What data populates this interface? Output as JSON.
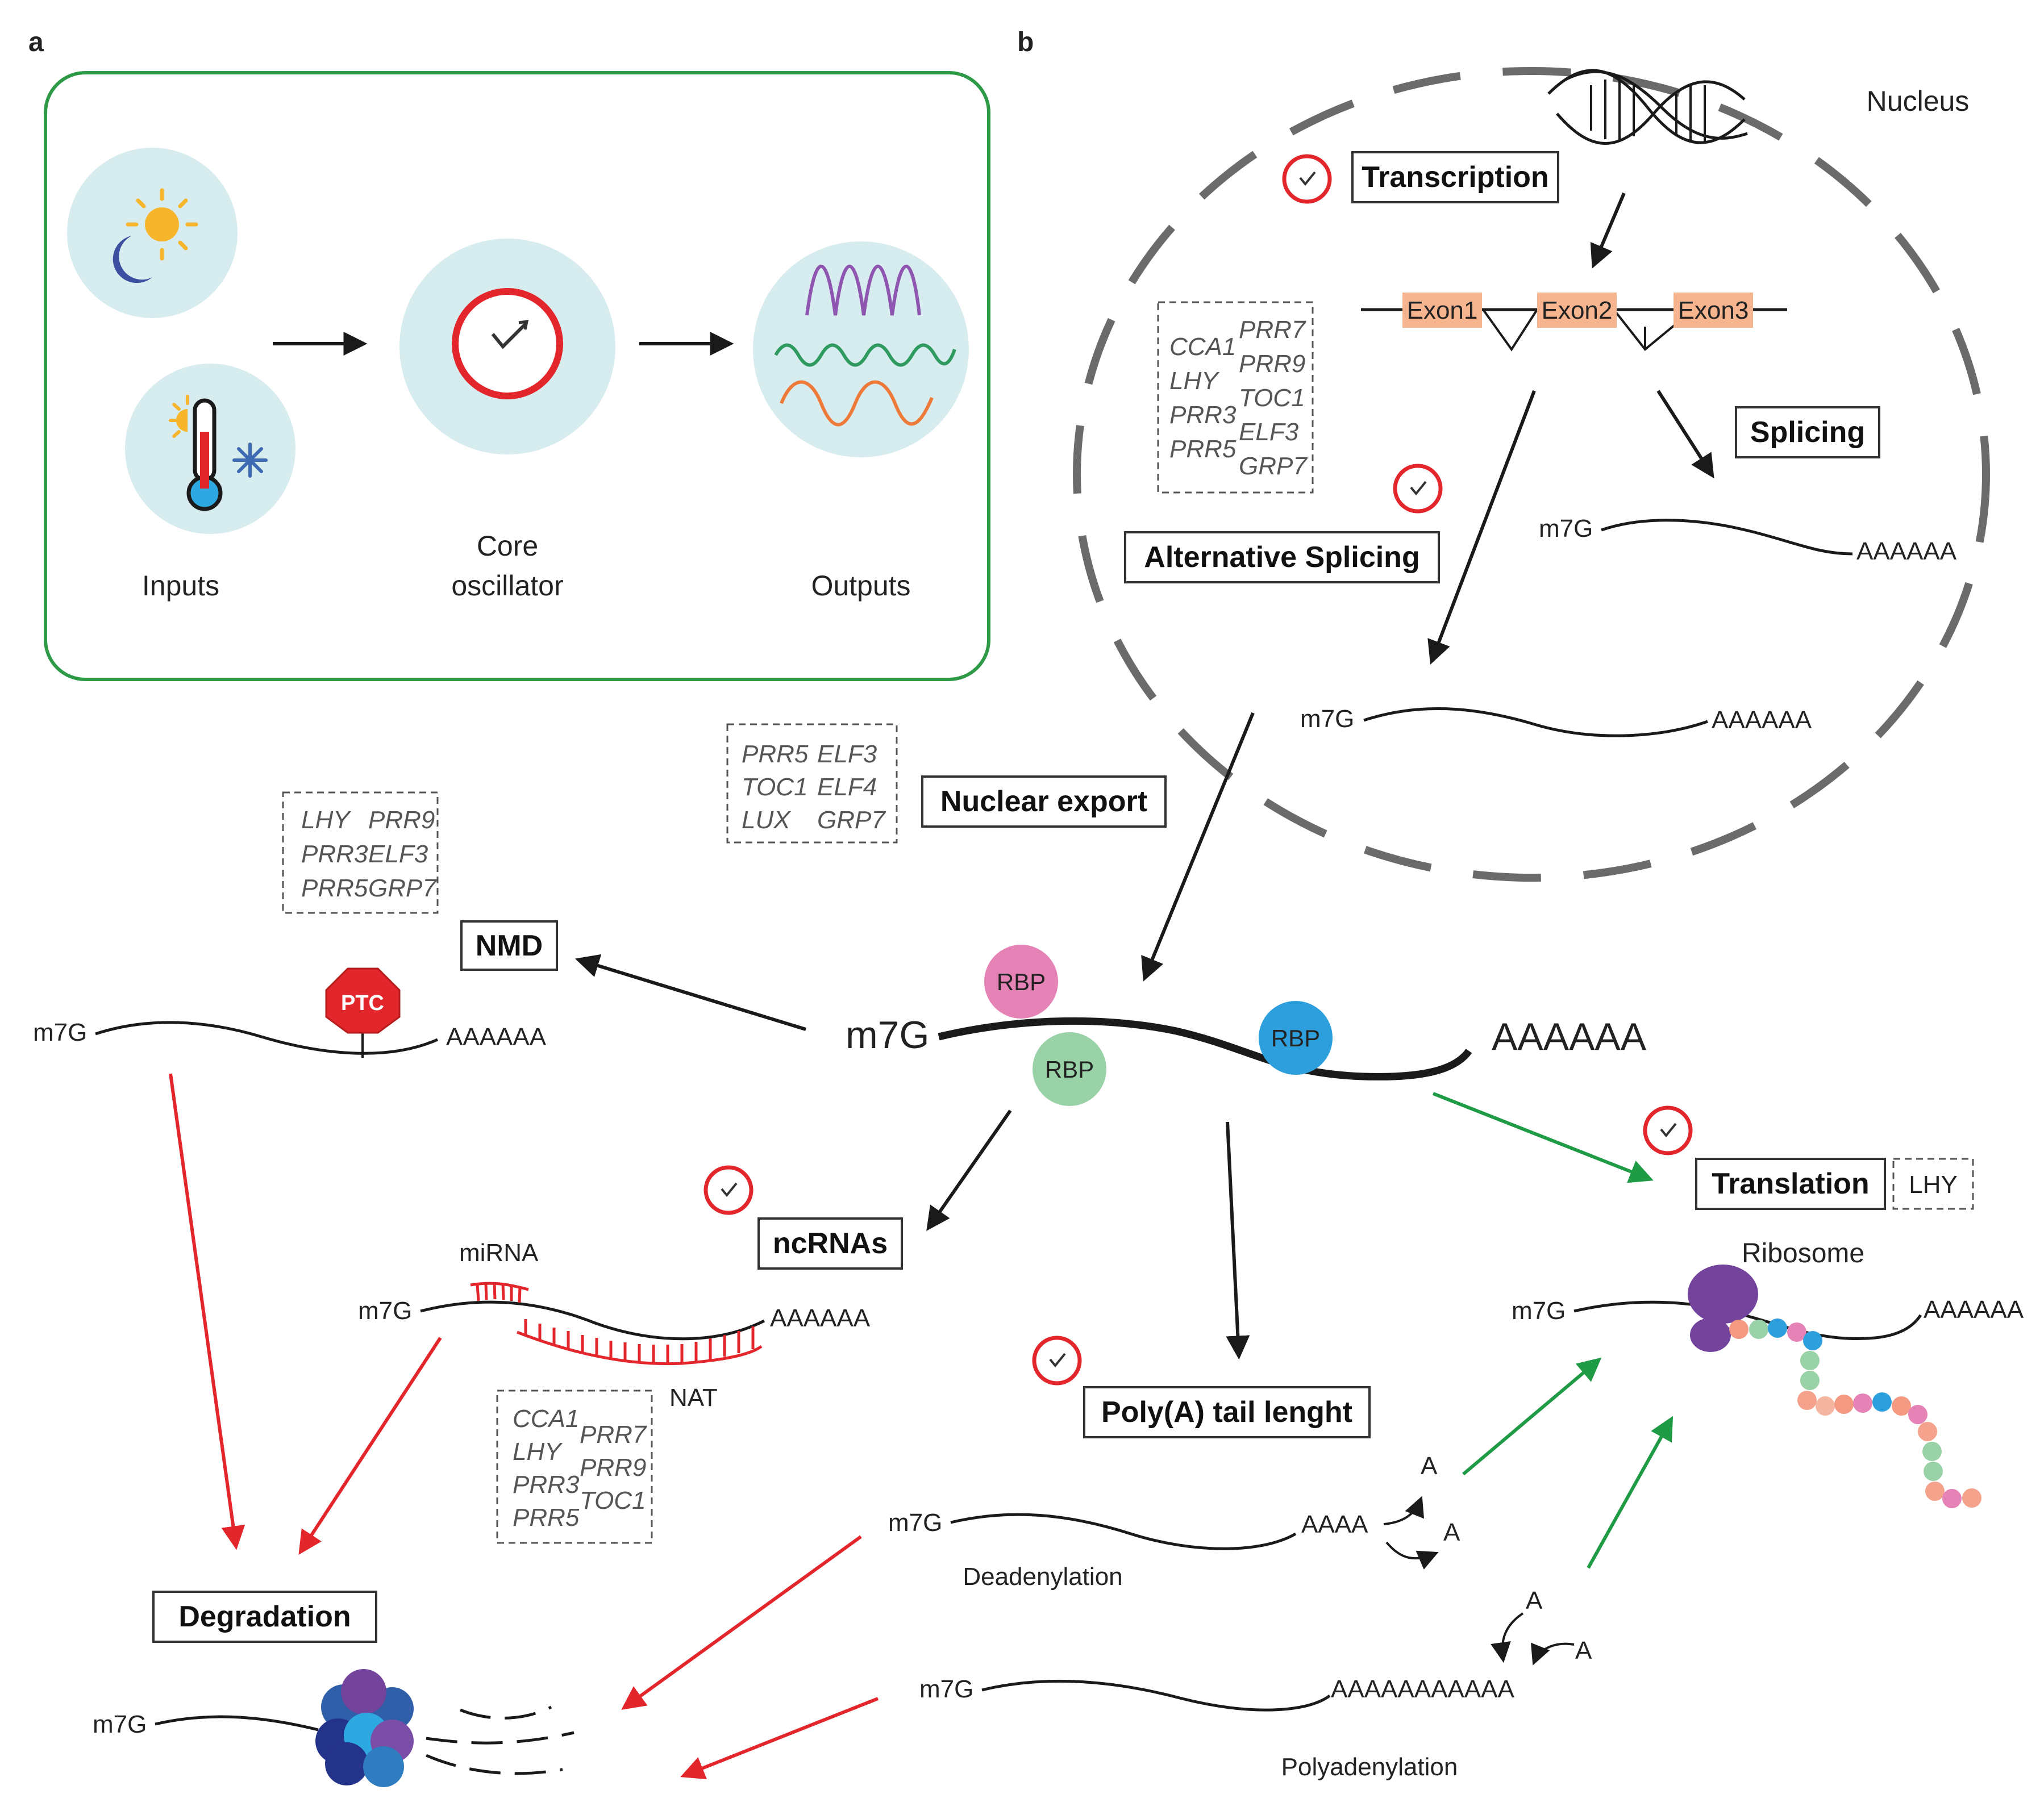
{
  "panel_a": {
    "label": "a",
    "inputs_label": "Inputs",
    "core_label_line1": "Core",
    "core_label_line2": "oscillator",
    "outputs_label": "Outputs"
  },
  "panel_b": {
    "label": "b",
    "nucleus": "Nucleus",
    "exons": [
      "Exon1",
      "Exon2",
      "Exon3"
    ],
    "processes": {
      "transcription": "Transcription",
      "splicing": "Splicing",
      "alternative_splicing": "Alternative Splicing",
      "nuclear_export": "Nuclear export",
      "nmd": "NMD",
      "ncrnas": "ncRNAs",
      "polya": "Poly(A) tail lenght",
      "translation": "Translation",
      "degradation": "Degradation"
    },
    "gene_boxes": {
      "alt_splicing": {
        "col1": [
          "CCA1",
          "LHY",
          "PRR3",
          "PRR5"
        ],
        "col2": [
          "PRR7",
          "PRR9",
          "TOC1",
          "ELF3",
          "GRP7"
        ]
      },
      "nuclear_export": {
        "col1": [
          "PRR5",
          "TOC1",
          "LUX"
        ],
        "col2": [
          "ELF3",
          "ELF4",
          "GRP7"
        ]
      },
      "nmd": {
        "col1": [
          "LHY",
          "PRR3",
          "PRR5"
        ],
        "col2": [
          "PRR9",
          "ELF3",
          "GRP7"
        ]
      },
      "ncrnas": {
        "col1": [
          "CCA1",
          "LHY",
          "PRR3",
          "PRR5"
        ],
        "col2": [
          "PRR7",
          "PRR9",
          "TOC1"
        ]
      },
      "translation": [
        "LHY"
      ]
    },
    "labels": {
      "m7g": "m7G",
      "polyA": "AAAAAA",
      "polyA_short": "AAAA",
      "polyA_long": "AAAAAAAAAAA",
      "rbp": "RBP",
      "ptc": "PTC",
      "mirna": "miRNA",
      "nat": "NAT",
      "ribosome": "Ribosome",
      "deadenylation": "Deadenylation",
      "polyadenylation": "Polyadenylation",
      "a": "A"
    }
  },
  "colors": {
    "panel_border": "#2e9a48",
    "circle_fill": "#d7ecef",
    "clock_red": "#e3262b",
    "exon_fill": "#f6b48f",
    "rbp_pink": "#e582b6",
    "rbp_green": "#9ad2a8",
    "rbp_blue": "#2c9fdc",
    "arrow_red": "#e3262b",
    "arrow_green": "#1f9a45",
    "wave_purple": "#8e56b1",
    "wave_green": "#2f9a60",
    "wave_orange": "#ee7a3a",
    "ribosome_purple": "#74439b"
  },
  "icons": [
    "sun-moon-icon",
    "thermometer-icon",
    "snowflake-icon",
    "clock-icon",
    "dna-icon",
    "stop-sign-icon",
    "proteasome-icon"
  ]
}
